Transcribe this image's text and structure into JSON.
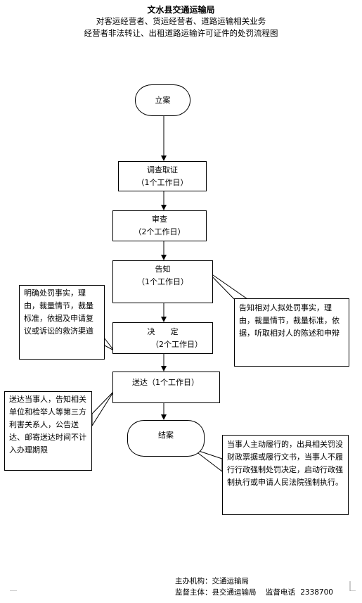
{
  "header": {
    "line1": "文水县交通运输局",
    "line2": "对客运经营者、货运经营者、道路运输相关业务",
    "line3": "经营者非法转让、出租道路运输许可证件的处罚流程图"
  },
  "nodes": {
    "start": "立案",
    "investigate_title": "调查取证",
    "investigate_days": "（1个工作日）",
    "review_title": "审查",
    "review_days": "（2个工作日）",
    "notify_title": "告知",
    "notify_days": "（1个工作日）",
    "decide_title": "决　　定",
    "decide_days": "（2个工作日）",
    "deliver": "送达（1个工作日）",
    "end": "结案"
  },
  "notes": {
    "decide_note": "明确处罚事实，理由，裁量情节，裁量标准，依据及申请复议或诉讼的救济渠道",
    "notify_note": "告知相对人拟处罚事实，理由，裁量情节，裁量标准，依据，听取相对人的陈述和申辩",
    "deliver_note": "送达当事人，告知相关单位和检举人等第三方利害关系人，公告送达、邮寄送达时间不计入办理期限",
    "end_note": "当事人主动履行的，出具相关罚没财政票据或履行文书，当事人不履行行政强制处罚决定，启动行政强制执行或申请人民法院强制执行。"
  },
  "footer": {
    "organizer": "主办机构：交通运输局",
    "supervisor": "监督主体：县交通运输局",
    "phone_label": "监督电话",
    "phone": "2338700"
  }
}
